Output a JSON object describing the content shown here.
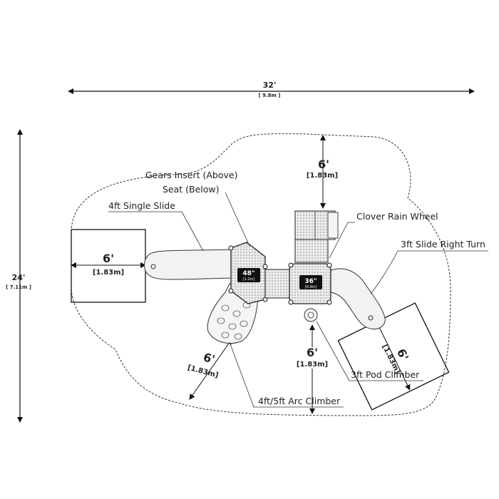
{
  "overall": {
    "width_ft": "32'",
    "width_m": "[ 9.8m ]",
    "depth_ft": "24'",
    "depth_m": "[ 7.11m ]"
  },
  "zones": {
    "left": {
      "ft": "6'",
      "m": "[1.83m]"
    },
    "top": {
      "ft": "6'",
      "m": "[1.83m]"
    },
    "bottom_center": {
      "ft": "6'",
      "m": "[1.83m]"
    },
    "bottom_left": {
      "ft": "6'",
      "m": "[1.83m]"
    },
    "right": {
      "ft": "6'",
      "m": "[1.83m]"
    }
  },
  "platforms": {
    "left": {
      "height": "48\"",
      "m": "[1.2m]"
    },
    "right": {
      "height": "36\"",
      "m": "[0.9m]"
    }
  },
  "components": {
    "gears_insert": "Gears Insert (Above)",
    "seat": "Seat  (Below)",
    "single_slide": "4ft Single Slide",
    "clover_rain_wheel": "Clover Rain Wheel",
    "slide_right_turn": "3ft Slide Right Turn",
    "pod_climber": "3ft Pod Climber",
    "arc_climber": "4ft/5ft Arc Climber"
  }
}
